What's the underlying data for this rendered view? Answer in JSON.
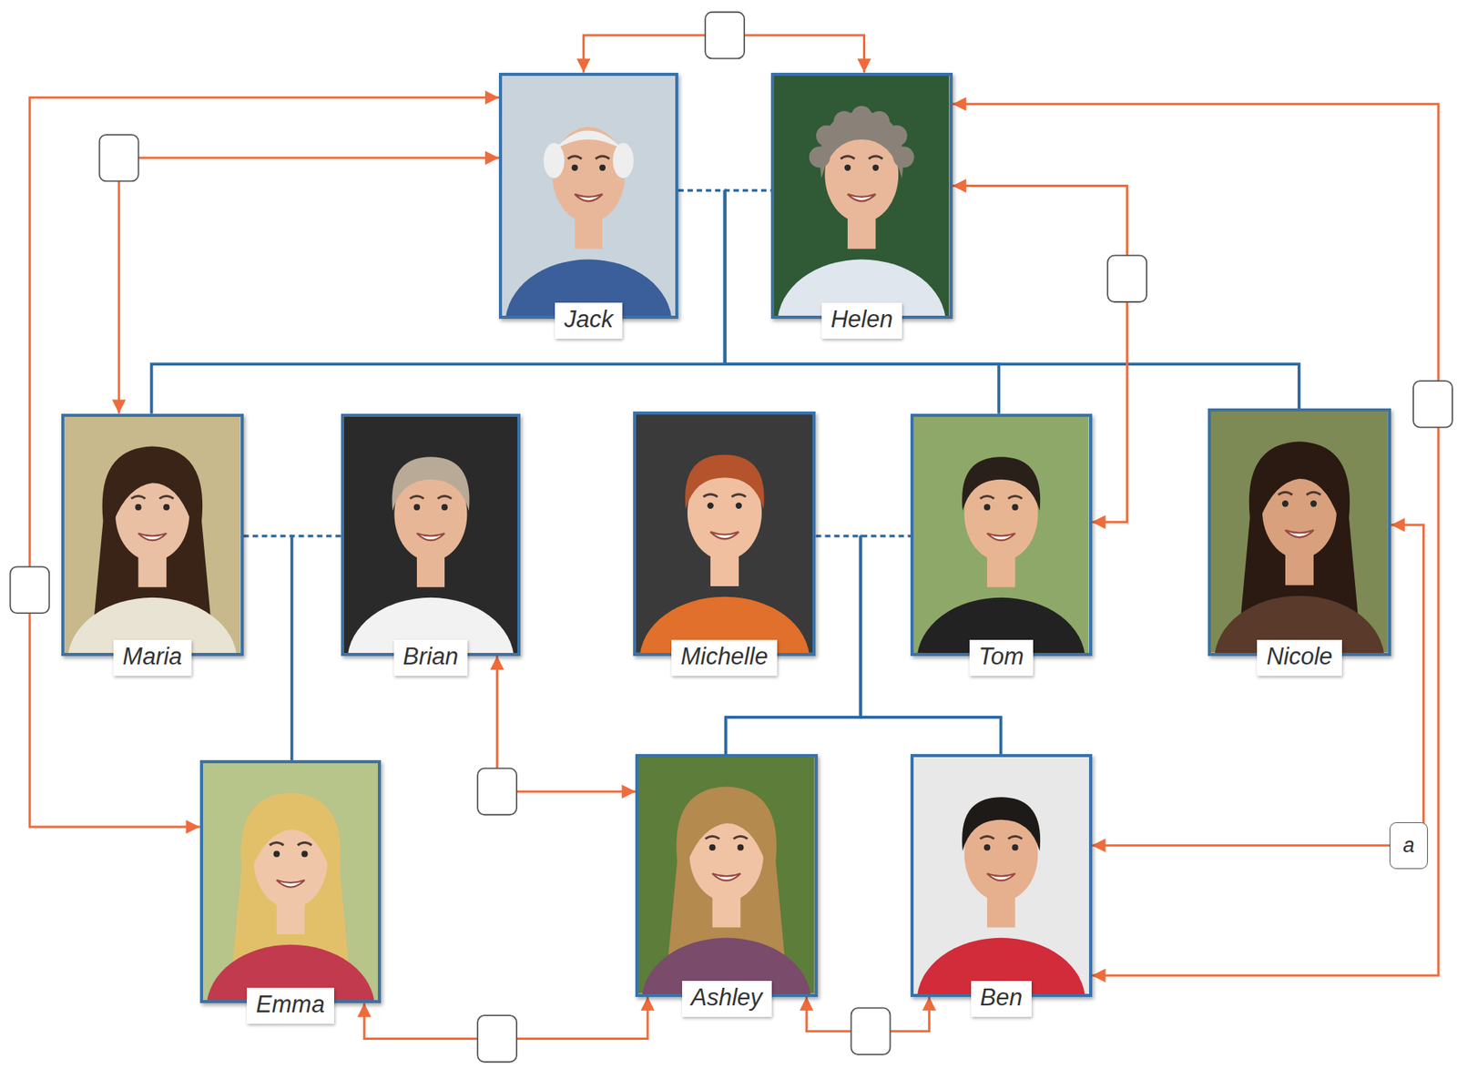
{
  "diagram": {
    "nodes": [
      {
        "text": [
          "Jack"
        ]
      },
      {
        "text": [
          "Helen"
        ]
      },
      {
        "text": [
          "Maria"
        ]
      },
      {
        "text": [
          "Brian"
        ]
      },
      {
        "text": [
          "Michelle"
        ]
      },
      {
        "text": [
          "Tom"
        ]
      },
      {
        "text": [
          "Nicole"
        ]
      },
      {
        "text": [
          "Emma"
        ]
      },
      {
        "text": [
          "Ashley"
        ]
      },
      {
        "text": [
          "Ben"
        ]
      }
    ],
    "edges": [
      {
        "from": 0,
        "to": 1,
        "arrow": "none"
      },
      {
        "from": 2,
        "to": 3,
        "arrow": "none"
      },
      {
        "from": 4,
        "to": 5,
        "arrow": "none"
      },
      {
        "from": 0,
        "to": 2,
        "arrow": "none"
      },
      {
        "from": 0,
        "to": 5,
        "arrow": "none"
      },
      {
        "from": 0,
        "to": 6,
        "arrow": "none"
      },
      {
        "from": 1,
        "to": 2,
        "arrow": "none"
      },
      {
        "from": 1,
        "to": 5,
        "arrow": "none"
      },
      {
        "from": 1,
        "to": 6,
        "arrow": "none"
      },
      {
        "from": 2,
        "to": 7,
        "arrow": "none"
      },
      {
        "from": 3,
        "to": 7,
        "arrow": "none"
      },
      {
        "from": 4,
        "to": 8,
        "arrow": "none"
      },
      {
        "from": 4,
        "to": 9,
        "arrow": "none"
      },
      {
        "from": 5,
        "to": 8,
        "arrow": "none"
      },
      {
        "from": 5,
        "to": 9,
        "arrow": "none"
      },
      {
        "from": 0,
        "to": 1,
        "arrow": "both"
      },
      {
        "from": 2,
        "to": 0,
        "arrow": "both"
      },
      {
        "from": 5,
        "to": 1,
        "arrow": "both"
      },
      {
        "from": 9,
        "to": 1,
        "arrow": "both"
      },
      {
        "from": 7,
        "to": 0,
        "arrow": "both"
      },
      {
        "from": 3,
        "to": 8,
        "arrow": "both"
      },
      {
        "from": 6,
        "to": 9,
        "arrow": "both",
        "label": "a"
      },
      {
        "from": 7,
        "to": 8,
        "arrow": "both"
      },
      {
        "from": 8,
        "to": 9,
        "arrow": "both"
      }
    ]
  }
}
